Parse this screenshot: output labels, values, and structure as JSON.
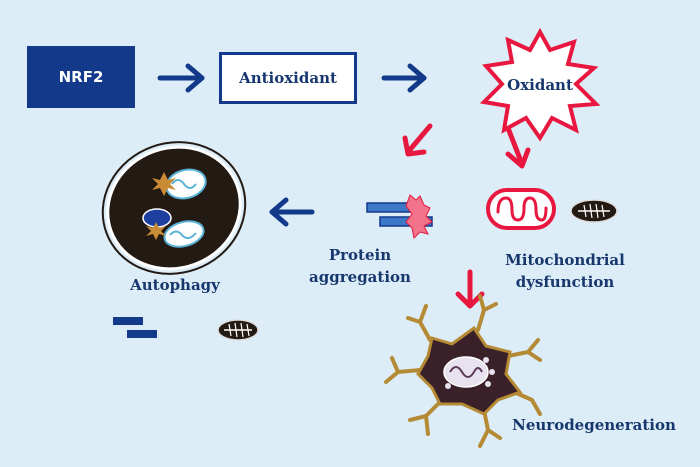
{
  "nodes": {
    "nrf2": "NRF2",
    "antioxidant": "Antioxidant",
    "oxidant": "Oxidant",
    "protein_line1": "Protein",
    "protein_line2": "aggregation",
    "mito_line1": "Mitochondrial",
    "mito_line2": "dysfunction",
    "autophagy": "Autophagy",
    "neuro": "Neurodegeneration"
  },
  "colors": {
    "background": "#dcedf7",
    "navy": "#12398a",
    "text": "#17376e",
    "red": "#e8173f",
    "dark": "#241a14",
    "brown": "#b58a35"
  },
  "icons": {
    "oxidant": "starburst-icon",
    "mitochondrion": "mitochondrion-icon",
    "protein": "protein-aggregate-icon",
    "autophagosome": "autophagosome-icon",
    "neuron": "degenerating-neuron-icon"
  }
}
